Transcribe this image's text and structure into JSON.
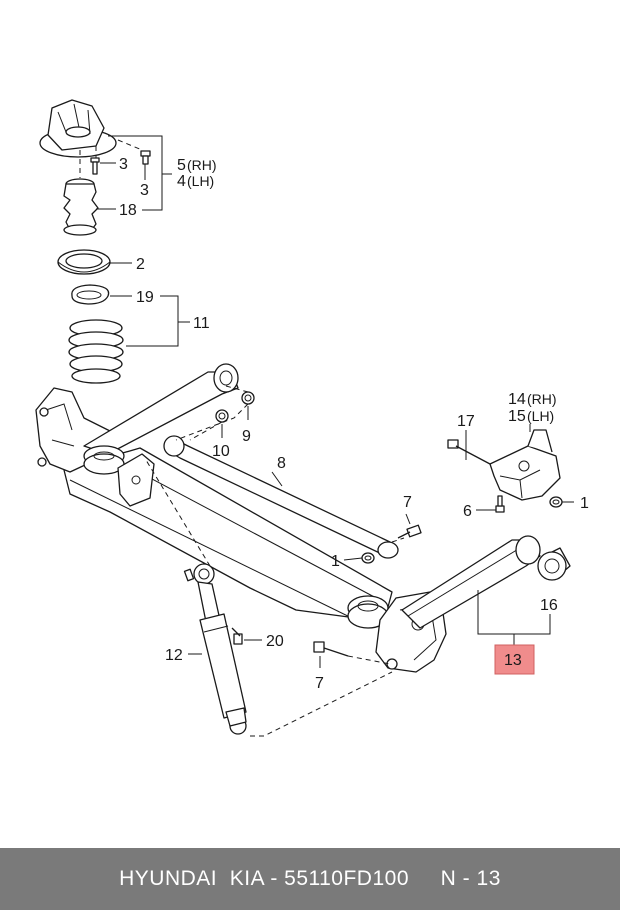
{
  "labels": {
    "p1a": "1",
    "p1b": "1",
    "p2": "2",
    "p3a": "3",
    "p3b": "3",
    "p5": "5",
    "p5rh": "(RH)",
    "p4": "4",
    "p4lh": "(LH)",
    "p6": "6",
    "p7a": "7",
    "p7b": "7",
    "p8": "8",
    "p9": "9",
    "p10": "10",
    "p11": "11",
    "p12": "12",
    "p13": "13",
    "p14": "14",
    "p14rh": "(RH)",
    "p15": "15",
    "p15lh": "(LH)",
    "p16": "16",
    "p17": "17",
    "p18": "18",
    "p19": "19",
    "p20": "20"
  },
  "highlight_color": "#f08c8c",
  "footer": {
    "text": "HYUNDAI  KIA - 55110FD100     N - 13"
  }
}
